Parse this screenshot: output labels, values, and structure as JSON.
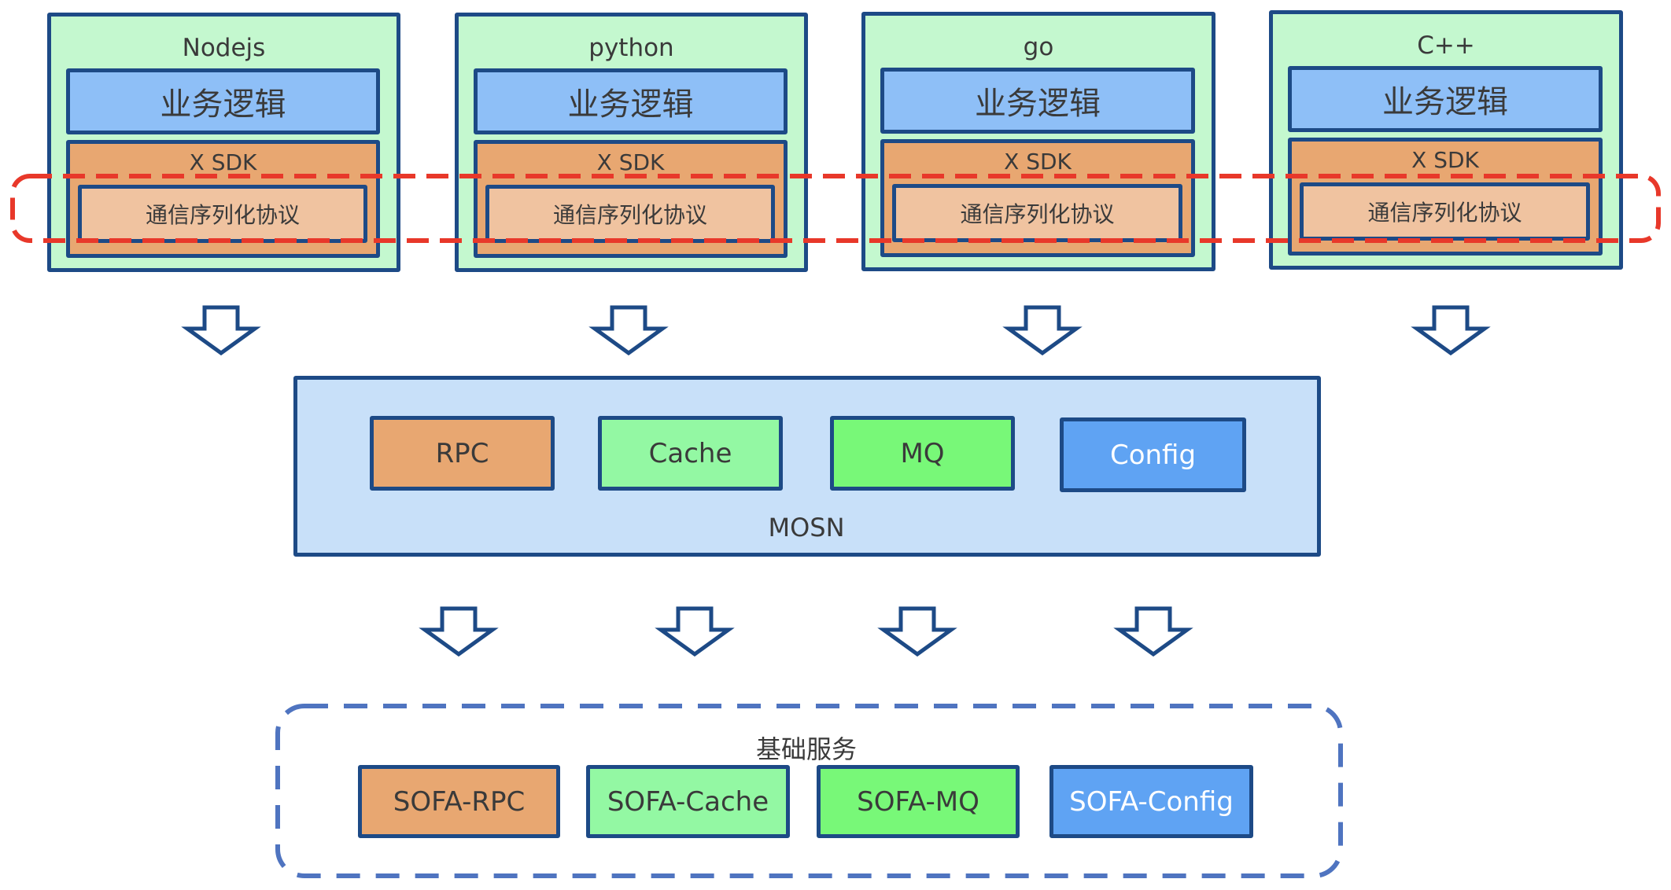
{
  "languages": [
    {
      "name": "Nodejs",
      "business": "业务逻辑",
      "sdk": "X SDK",
      "protocol": "通信序列化协议"
    },
    {
      "name": "python",
      "business": "业务逻辑",
      "sdk": "X SDK",
      "protocol": "通信序列化协议"
    },
    {
      "name": "go",
      "business": "业务逻辑",
      "sdk": "X SDK",
      "protocol": "通信序列化协议"
    },
    {
      "name": "C++",
      "business": "业务逻辑",
      "sdk": "X SDK",
      "protocol": "通信序列化协议"
    }
  ],
  "mosn": {
    "label": "MOSN",
    "modules": [
      {
        "label": "RPC",
        "color": "#e8a771",
        "text_color": "#3a3a3a"
      },
      {
        "label": "Cache",
        "color": "#93f8a3",
        "text_color": "#3a3a3a"
      },
      {
        "label": "MQ",
        "color": "#78f878",
        "text_color": "#3a3a3a"
      },
      {
        "label": "Config",
        "color": "#5fa3f3",
        "text_color": "#ffffff"
      }
    ]
  },
  "base_services": {
    "label": "基础服务",
    "items": [
      {
        "label": "SOFA-RPC",
        "color": "#e8a771",
        "text_color": "#3a3a3a"
      },
      {
        "label": "SOFA-Cache",
        "color": "#93f8a3",
        "text_color": "#3a3a3a"
      },
      {
        "label": "SOFA-MQ",
        "color": "#78f878",
        "text_color": "#3a3a3a"
      },
      {
        "label": "SOFA-Config",
        "color": "#5fa3f3",
        "text_color": "#ffffff"
      }
    ]
  },
  "colors": {
    "border": "#1d4a86",
    "highlight_dash": "#e8382a",
    "base_dash": "#4f74c0"
  }
}
